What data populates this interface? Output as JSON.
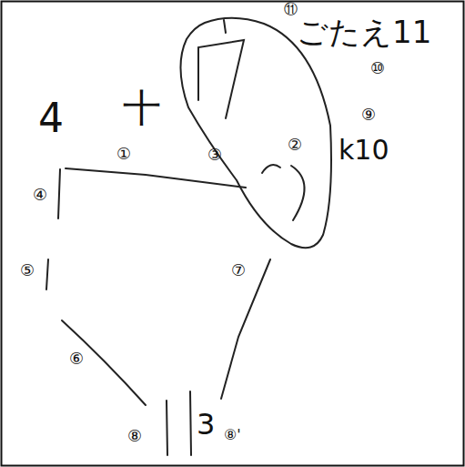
{
  "diagram": {
    "nodes": [
      {
        "text": [
          "③",
          "②"
        ]
      }
    ],
    "labels": [
      "4",
      "十",
      "ごたえ11",
      "⑪",
      "⑩",
      "⑨",
      "k10",
      "①",
      "④",
      "⑤",
      "⑥",
      "⑦",
      "⑧",
      "3",
      "⑧'"
    ]
  }
}
